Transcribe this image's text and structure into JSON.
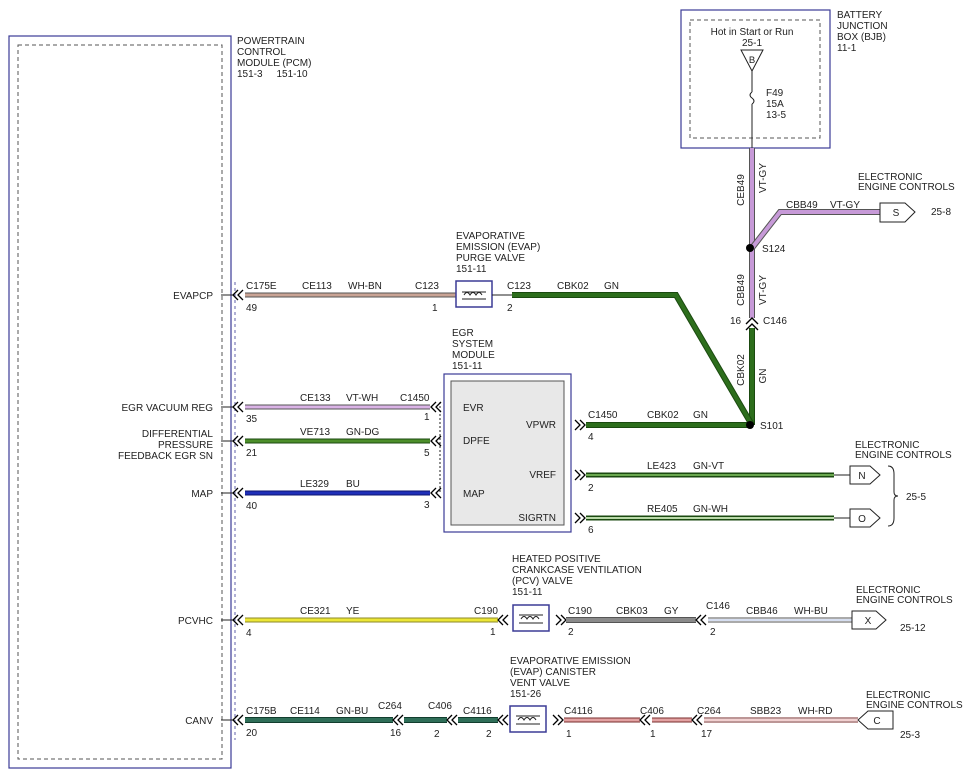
{
  "pcm": {
    "title": [
      "POWERTRAIN",
      "CONTROL",
      "MODULE (PCM)"
    ],
    "refs": "151-3     151-10"
  },
  "bjb": {
    "title": [
      "BATTERY",
      "JUNCTION",
      "BOX (BJB)"
    ],
    "ref": "11-1",
    "hot": "Hot in Start or Run",
    "hot_ref": "25-1",
    "conn_letter": "B",
    "fuse": "F49",
    "fuse_amp": "15A",
    "fuse_ref": "13-5"
  },
  "pins": {
    "evapcp": "EVAPCP",
    "egr_vac": "EGR VACUUM REG",
    "dpfe": [
      "DIFFERENTIAL",
      "PRESSURE",
      "FEEDBACK EGR SN"
    ],
    "map": "MAP",
    "pcvhc": "PCVHC",
    "canv": "CANV"
  },
  "evap_purge": {
    "title": [
      "EVAPORATIVE",
      "EMISSION (EVAP)",
      "PURGE VALVE"
    ],
    "ref": "151-11"
  },
  "egr_module": {
    "title": [
      "EGR",
      "SYSTEM",
      "MODULE"
    ],
    "ref": "151-11",
    "pins": [
      "EVR",
      "DPFE",
      "MAP",
      "VPWR",
      "VREF",
      "SIGRTN"
    ]
  },
  "pcv_valve": {
    "title": [
      "HEATED POSITIVE",
      "CRANKCASE VENTILATION",
      "(PCV) VALVE"
    ],
    "ref": "151-11"
  },
  "canister": {
    "title": [
      "EVAPORATIVE EMISSION",
      "(EVAP) CANISTER",
      "VENT VALVE"
    ],
    "ref": "151-26"
  },
  "eec_label": [
    "ELECTRONIC",
    "ENGINE CONTROLS"
  ],
  "conn_letters": {
    "s": "S",
    "n": "N",
    "o": "O",
    "x": "X",
    "c": "C"
  },
  "eec_refs": {
    "s": "25-8",
    "no": "25-5",
    "x": "25-12",
    "c": "25-3"
  },
  "splices": {
    "s124": "S124",
    "s101": "S101"
  },
  "c146": {
    "name": "C146",
    "pin": "16"
  },
  "wires": {
    "cebb49_top": {
      "circuit": "CEB49",
      "color": "VT-GY"
    },
    "cbb49": {
      "circuit": "CBB49",
      "color": "VT-GY"
    },
    "cbb49_v": {
      "circuit": "CBB49",
      "color": "VT-GY"
    },
    "cbk02_v": {
      "circuit": "CBK02",
      "color": "GN"
    },
    "ce113": {
      "circuit": "CE113",
      "color": "WH-BN",
      "c1": "C175E",
      "p1": "49",
      "c2": "C123",
      "p2": "1"
    },
    "cbk02_h": {
      "circuit": "CBK02",
      "color": "GN",
      "c1": "C123",
      "p1": "2"
    },
    "ce133": {
      "circuit": "CE133",
      "color": "VT-WH",
      "p1": "35",
      "c2": "C1450",
      "p2": "1"
    },
    "ve713": {
      "circuit": "VE713",
      "color": "GN-DG",
      "p1": "21",
      "p2": "5"
    },
    "le329": {
      "circuit": "LE329",
      "color": "BU",
      "p1": "40",
      "p2": "3"
    },
    "cbk02_vpwr": {
      "circuit": "CBK02",
      "color": "GN",
      "c1": "C1450",
      "p1": "4"
    },
    "le423": {
      "circuit": "LE423",
      "color": "GN-VT",
      "p1": "2"
    },
    "re405": {
      "circuit": "RE405",
      "color": "GN-WH",
      "p1": "6"
    },
    "ce321": {
      "circuit": "CE321",
      "color": "YE",
      "p1": "4",
      "c2": "C190",
      "p2": "1"
    },
    "cbk03": {
      "circuit": "CBK03",
      "color": "GY",
      "c1": "C190",
      "p1": "2",
      "c2": "C146",
      "p2": "2"
    },
    "cbb46": {
      "circuit": "CBB46",
      "color": "WH-BU"
    },
    "ce114": {
      "circuit": "CE114",
      "color": "GN-BU",
      "c1": "C175B",
      "p1": "20",
      "c2": "C264",
      "p2": "16"
    },
    "c406a": {
      "c": "C406",
      "p": "2"
    },
    "c4116a": {
      "c": "C4116",
      "p": "2"
    },
    "c4116b": {
      "c": "C4116",
      "p": "1"
    },
    "c406b": {
      "c": "C406",
      "p": "1"
    },
    "c264b": {
      "c": "C264",
      "p": "17"
    },
    "sbb23": {
      "circuit": "SBB23",
      "color": "WH-RD"
    }
  },
  "colors": {
    "vt_gy": "#c79ad8",
    "gn": "#2d6e1c",
    "wh_bn": "#c9a394",
    "vt_wh": "#dab3e6",
    "gn_dg": "#4c8e2a",
    "bu": "#1f2fb8",
    "ye": "#ece636",
    "gy": "#8a8a8a",
    "wh_bu": "#aebde0",
    "gn_bu": "#2f6e58",
    "wh_rd": "#e3a2a2",
    "module_border": "#3b3b96"
  }
}
